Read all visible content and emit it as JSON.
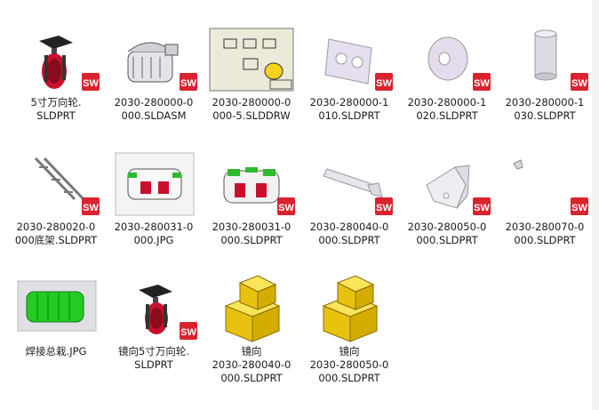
{
  "files": [
    {
      "name_lines": [
        "5寸万向轮.",
        "SLDPRT"
      ],
      "icon": "caster-wheel-part-icon"
    },
    {
      "name_lines": [
        "2030-280000-0",
        "000.SLDASM"
      ],
      "icon": "assembly-machine-icon"
    },
    {
      "name_lines": [
        "2030-280000-0",
        "000-5.SLDDRW"
      ],
      "icon": "drawing-sheet-icon"
    },
    {
      "name_lines": [
        "2030-280000-1",
        "010.SLDPRT"
      ],
      "icon": "plate-part-icon"
    },
    {
      "name_lines": [
        "2030-280000-1",
        "020.SLDPRT"
      ],
      "icon": "disc-part-icon"
    },
    {
      "name_lines": [
        "2030-280000-1",
        "030.SLDPRT"
      ],
      "icon": "cylinder-part-icon"
    },
    {
      "name_lines": [
        "2030-280020-0",
        "000底架.SLDPRT"
      ],
      "icon": "frame-part-icon"
    },
    {
      "name_lines": [
        "2030-280031-0",
        "000.JPG"
      ],
      "icon": "jpg-image-icon"
    },
    {
      "name_lines": [
        "2030-280031-0",
        "000.SLDPRT"
      ],
      "icon": "green-assembly-part-icon"
    },
    {
      "name_lines": [
        "2030-280040-0",
        "000.SLDPRT"
      ],
      "icon": "rail-part-icon"
    },
    {
      "name_lines": [
        "2030-280050-0",
        "000.SLDPRT"
      ],
      "icon": "bracket-part-icon"
    },
    {
      "name_lines": [
        "2030-280070-0",
        "000.SLDPRT"
      ],
      "icon": "small-clip-part-icon"
    },
    {
      "name_lines": [
        "焊接总栽.JPG"
      ],
      "icon": "green-weld-jpg-icon"
    },
    {
      "name_lines": [
        "镜向5寸万向轮.",
        "SLDPRT"
      ],
      "icon": "mirror-caster-part-icon"
    },
    {
      "name_lines": [
        "镜向",
        "2030-280040-0",
        "000.SLDPRT"
      ],
      "icon": "yellow-block-part-icon"
    },
    {
      "name_lines": [
        "镜向",
        "2030-280050-0",
        "000.SLDPRT"
      ],
      "icon": "yellow-block-part-icon"
    }
  ],
  "badge_text": "SW",
  "colors": {
    "sw_badge": "#d9232f",
    "selection_none": "#ffffff",
    "label_text": "#1a1a1a",
    "part_gray": "#d7d7dc",
    "caster_red": "#c8102e",
    "green": "#2dbb2d",
    "yellow": "#f5d31c"
  }
}
